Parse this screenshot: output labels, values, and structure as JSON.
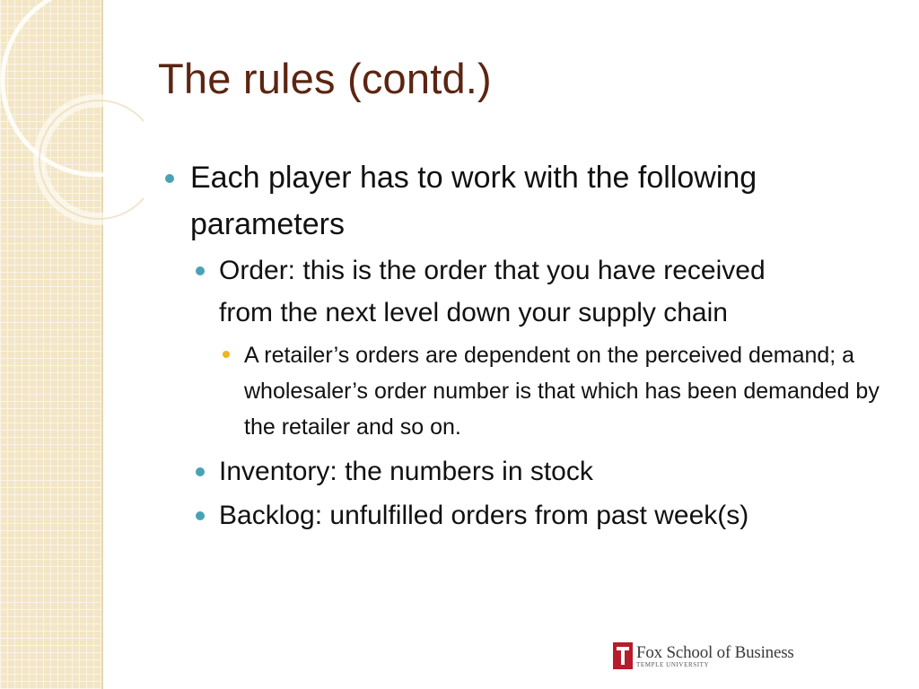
{
  "slide": {
    "title": "The rules (contd.)",
    "bullets": {
      "b1": "Each player has to work with the following parameters",
      "b1_1": "Order: this is the order that you have received from the next level down your supply chain",
      "b1_1_1": "A retailer’s orders are dependent on the perceived demand; a wholesaler’s order number is that which has been demanded by the retailer and so on.",
      "b1_2": "Inventory: the numbers in stock",
      "b1_3": "Backlog: unfulfilled orders from past week(s)"
    }
  },
  "logo": {
    "name": "Fox School of Business",
    "subtitle": "TEMPLE UNIVERSITY"
  },
  "colors": {
    "title": "#5c2512",
    "bullet_primary": "#49a2b5",
    "bullet_tertiary": "#f0b323",
    "sidebar": "#f3e6c6"
  }
}
